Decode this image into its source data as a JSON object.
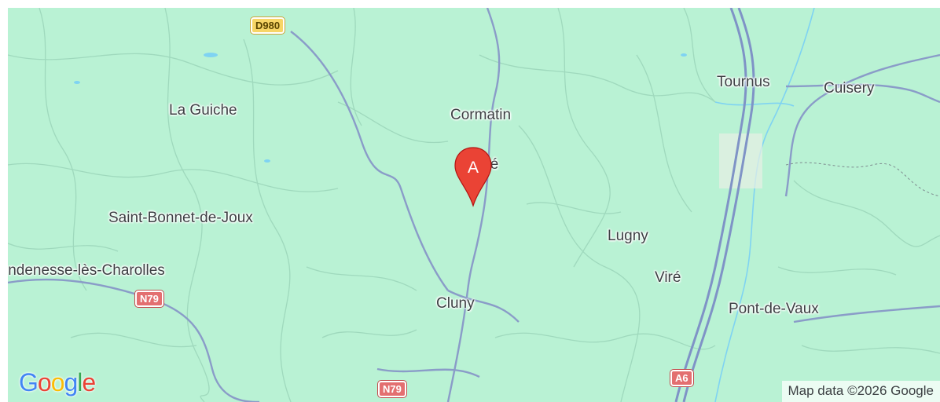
{
  "map": {
    "places": [
      {
        "id": "la-guiche",
        "label": "La Guiche"
      },
      {
        "id": "saint-bonnet-de-joux",
        "label": "Saint-Bonnet-de-Joux"
      },
      {
        "id": "charolles",
        "label": "Vendenesse-lès-Charolles"
      },
      {
        "id": "cormatin",
        "label": "Cormatin"
      },
      {
        "id": "taize",
        "label": "Taizé"
      },
      {
        "id": "cluny",
        "label": "Cluny"
      },
      {
        "id": "lugny",
        "label": "Lugny"
      },
      {
        "id": "vire",
        "label": "Viré"
      },
      {
        "id": "tournus",
        "label": "Tournus"
      },
      {
        "id": "cuisery",
        "label": "Cuisery"
      },
      {
        "id": "pont-de-vaux",
        "label": "Pont-de-Vaux"
      }
    ],
    "road_shields": [
      {
        "id": "d980",
        "label": "D980",
        "kind": "departmental"
      },
      {
        "id": "n79-west",
        "label": "N79",
        "kind": "national"
      },
      {
        "id": "n79-south",
        "label": "N79",
        "kind": "national"
      },
      {
        "id": "a6",
        "label": "A6",
        "kind": "national"
      }
    ],
    "marker": {
      "label": "A",
      "icon": "map-pin-icon",
      "color": "#ea4335"
    },
    "colors": {
      "land": "#b9f2d4",
      "roads": "#8a9cc8",
      "water": "#7fd3f2"
    }
  },
  "branding": {
    "logo_letters": [
      "G",
      "o",
      "o",
      "g",
      "l",
      "e"
    ],
    "logo_colors": [
      "#4285f4",
      "#ea4335",
      "#fbbc05",
      "#4285f4",
      "#34a853",
      "#ea4335"
    ],
    "attribution": "Map data ©2026 Google"
  }
}
